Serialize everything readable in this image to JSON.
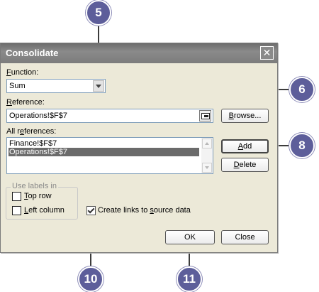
{
  "window": {
    "title": "Consolidate",
    "close_glyph": "✕"
  },
  "function": {
    "prefix": "",
    "underlined_letter": "F",
    "suffix": "unction:",
    "value": "Sum"
  },
  "reference": {
    "prefix": "",
    "underlined_letter": "R",
    "suffix": "eference:",
    "value": "Operations!$F$7"
  },
  "browse_button": {
    "prefix": "",
    "underlined_letter": "B",
    "suffix": "rowse..."
  },
  "all_references": {
    "prefix": "All r",
    "underlined_letter": "e",
    "suffix": "ferences:",
    "items": [
      {
        "label": "Finance!$F$7",
        "selected": false
      },
      {
        "label": "Operations!$F$7",
        "selected": true
      }
    ]
  },
  "add_button": {
    "prefix": "",
    "underlined_letter": "A",
    "suffix": "dd"
  },
  "delete_button": {
    "prefix": "",
    "underlined_letter": "D",
    "suffix": "elete"
  },
  "labels_group": {
    "title": "Use labels in",
    "top_row": {
      "prefix": "",
      "underlined_letter": "T",
      "suffix": "op row",
      "checked": false
    },
    "left_column": {
      "prefix": "",
      "underlined_letter": "L",
      "suffix": "eft column",
      "checked": false
    }
  },
  "create_links": {
    "prefix": "Create links to ",
    "underlined_letter": "s",
    "suffix": "ource data",
    "checked": true
  },
  "ok_button": {
    "label": "OK"
  },
  "close_button": {
    "label": "Close"
  },
  "callouts": [
    "5",
    "6",
    "8",
    "10",
    "11"
  ],
  "colors": {
    "callout": "#5d5e9a",
    "titlebar": "#7c7c7c",
    "dialog_bg": "#ece9d8",
    "selection": "#6b6b6b"
  }
}
